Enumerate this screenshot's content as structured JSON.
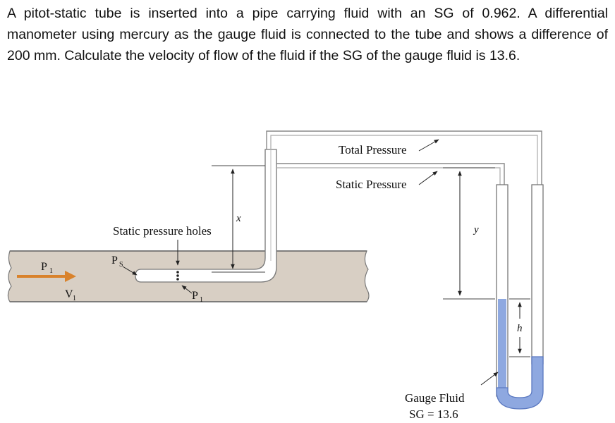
{
  "problem": {
    "text": "A pitot-static tube is inserted into a pipe carrying fluid with an SG of 0.962. A differential manometer using mercury as the gauge fluid is connected to the tube and shows a difference of 200 mm. Calculate the velocity of flow of the fluid if the SG of the gauge fluid is 13.6."
  },
  "diagram": {
    "labels": {
      "total_pressure": "Total Pressure",
      "static_pressure": "Static Pressure",
      "static_holes": "Static pressure holes",
      "ps": "P",
      "ps_sub": "S",
      "p1_left": "P",
      "p1_left_sub": "1",
      "v1": "V",
      "v1_sub": "1",
      "p1_tip": "P",
      "p1_tip_sub": "1",
      "x": "x",
      "y": "y",
      "h": "h",
      "gauge_fluid": "Gauge Fluid",
      "gauge_sg": "SG = 13.6"
    },
    "colors": {
      "pipe_fill": "#d8cfc4",
      "tube_fill": "#ffffff",
      "flow_arrow": "#d9822b",
      "gauge_fluid": "#8ea8e0",
      "line": "#555555"
    }
  }
}
